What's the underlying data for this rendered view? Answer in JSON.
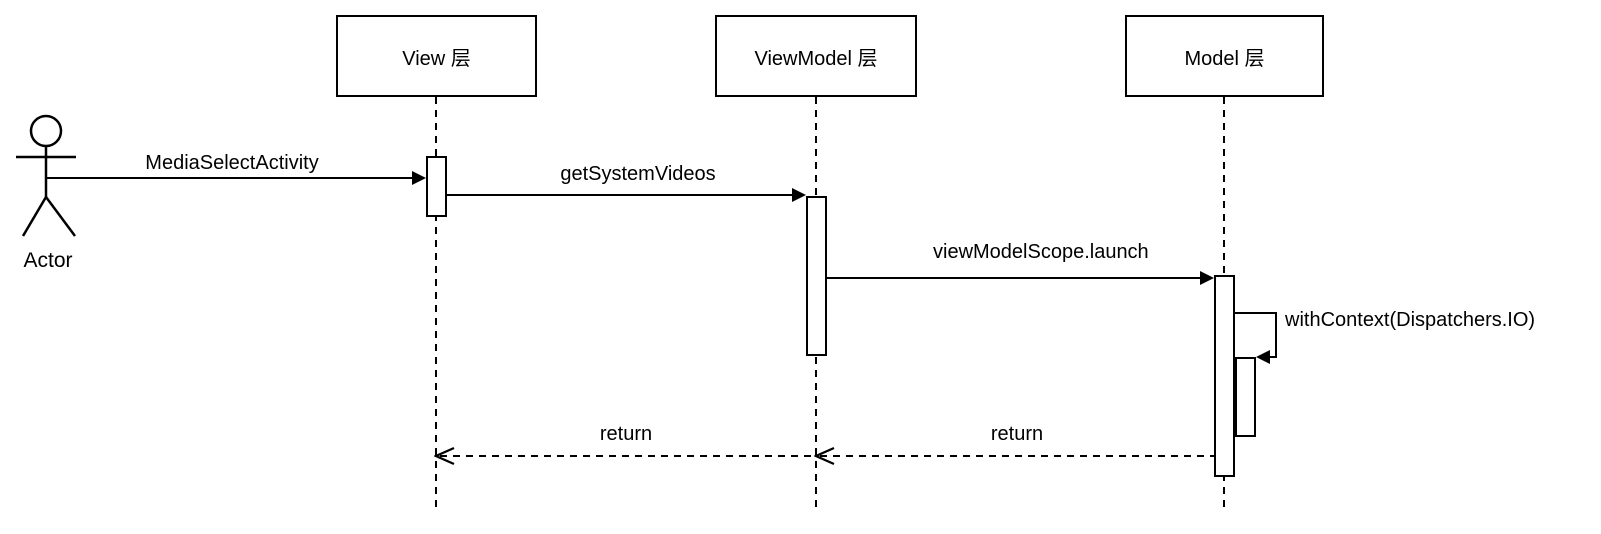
{
  "diagram": {
    "type": "uml-sequence",
    "colors": {
      "line": "#000000",
      "background": "#ffffff",
      "shape_fill": "#ffffff"
    },
    "actor": {
      "label": "Actor"
    },
    "lifelines": [
      {
        "id": "view",
        "label": "View 层"
      },
      {
        "id": "viewmodel",
        "label": "ViewModel 层"
      },
      {
        "id": "model",
        "label": "Model 层"
      }
    ],
    "messages": [
      {
        "label": "MediaSelectActivity",
        "type": "sync",
        "from": "Actor",
        "to": "View 层"
      },
      {
        "label": "getSystemVideos",
        "type": "sync",
        "from": "View 层",
        "to": "ViewModel 层"
      },
      {
        "label": "viewModelScope.launch",
        "type": "sync",
        "from": "ViewModel 层",
        "to": "Model 层"
      },
      {
        "label": "withContext(Dispatchers.IO)",
        "type": "self",
        "from": "Model 层",
        "to": "Model 层"
      },
      {
        "label": "return",
        "type": "return",
        "from": "ViewModel 层",
        "to": "View 层"
      },
      {
        "label": "return",
        "type": "return",
        "from": "Model 层",
        "to": "ViewModel 层"
      }
    ]
  }
}
